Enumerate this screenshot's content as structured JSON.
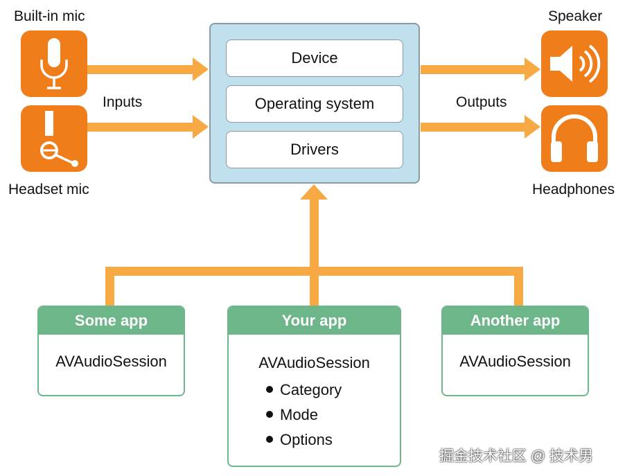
{
  "colors": {
    "accent_orange": "#ef7d1a",
    "arrow_orange": "#f7a944",
    "core_blue": "#bfe0ec",
    "app_green": "#6cb68a"
  },
  "inputs": {
    "label": "Inputs",
    "devices": [
      {
        "label": "Built-in mic",
        "icon": "microphone-icon"
      },
      {
        "label": "Headset mic",
        "icon": "headset-mic-icon"
      }
    ]
  },
  "outputs": {
    "label": "Outputs",
    "devices": [
      {
        "label": "Speaker",
        "icon": "speaker-icon"
      },
      {
        "label": "Headphones",
        "icon": "headphones-icon"
      }
    ]
  },
  "core": {
    "layers": [
      "Device",
      "Operating system",
      "Drivers"
    ]
  },
  "apps": [
    {
      "title": "Some app",
      "session": "AVAudioSession"
    },
    {
      "title": "Your app",
      "session": "AVAudioSession",
      "options": [
        "Category",
        "Mode",
        "Options"
      ]
    },
    {
      "title": "Another app",
      "session": "AVAudioSession"
    }
  ],
  "watermark": "掘金技术社区 @ 技术男"
}
